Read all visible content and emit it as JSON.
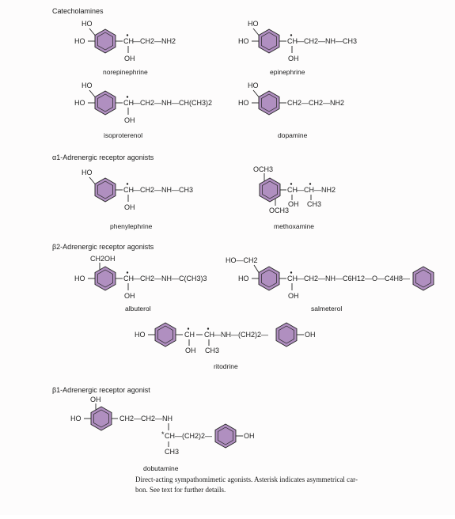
{
  "sections": {
    "catecholamines": "Catecholamines",
    "alpha1": "α1-Adrenergic receptor agonists",
    "beta2": "β2-Adrenergic receptor agonists",
    "beta1": "β1-Adrenergic receptor agonist"
  },
  "molecules": {
    "norepinephrine": {
      "name": "norepinephrine",
      "ho_top": "HO",
      "ho_left": "HO",
      "ch": "CH",
      "chain": "—CH2—NH2",
      "oh": "OH"
    },
    "epinephrine": {
      "name": "epinephrine",
      "ho_top": "HO",
      "ho_left": "HO",
      "ch": "CH",
      "chain": "—CH2—NH—CH3",
      "oh": "OH"
    },
    "isoproterenol": {
      "name": "isoproterenol",
      "ho_top": "HO",
      "ho_left": "HO",
      "ch": "CH",
      "chain": "—CH2—NH—CH(CH3)2",
      "oh": "OH"
    },
    "dopamine": {
      "name": "dopamine",
      "ho_top": "HO",
      "ho_left": "HO",
      "chain": "CH2—CH2—NH2"
    },
    "phenylephrine": {
      "name": "phenylephrine",
      "ho_top": "HO",
      "ch": "CH",
      "chain": "—CH2—NH—CH3",
      "oh": "OH"
    },
    "methoxamine": {
      "name": "methoxamine",
      "och3_top": "OCH3",
      "och3_bottom": "OCH3",
      "ch": "CH",
      "chain": "—CH—NH2",
      "oh": "OH",
      "ch3": "CH3"
    },
    "albuterol": {
      "name": "albuterol",
      "ch2oh": "CH2OH",
      "ho_left": "HO",
      "ch": "CH",
      "chain": "—CH2—NH—C(CH3)3",
      "oh": "OH"
    },
    "salmeterol": {
      "name": "salmeterol",
      "hoch2": "HO—CH2",
      "ho_left": "HO",
      "ch": "CH",
      "chain": "—CH2—NH—C6H12—O—C4H8—",
      "oh": "OH"
    },
    "ritodrine": {
      "name": "ritodrine",
      "ho_left": "HO",
      "ch1": "CH",
      "ch2": "CH",
      "chain": "—NH—(CH2)2—",
      "oh": "OH",
      "ch3": "CH3",
      "oh_right": "OH"
    },
    "dobutamine": {
      "name": "dobutamine",
      "ho_top": "OH",
      "ho_left": "HO",
      "chain": "CH2—CH2—NH",
      "ch": "CH—(CH2)2—",
      "ch3": "CH3",
      "oh_right": "OH"
    }
  },
  "caption": {
    "line1": "Direct-acting sympathomimetic agonists. Asterisk indicates asymmetrical car-",
    "line2": "bon. See text for further details."
  },
  "colors": {
    "ring_fill": "#b08fc0",
    "ink": "#222222",
    "background": "#fdfcfc"
  }
}
